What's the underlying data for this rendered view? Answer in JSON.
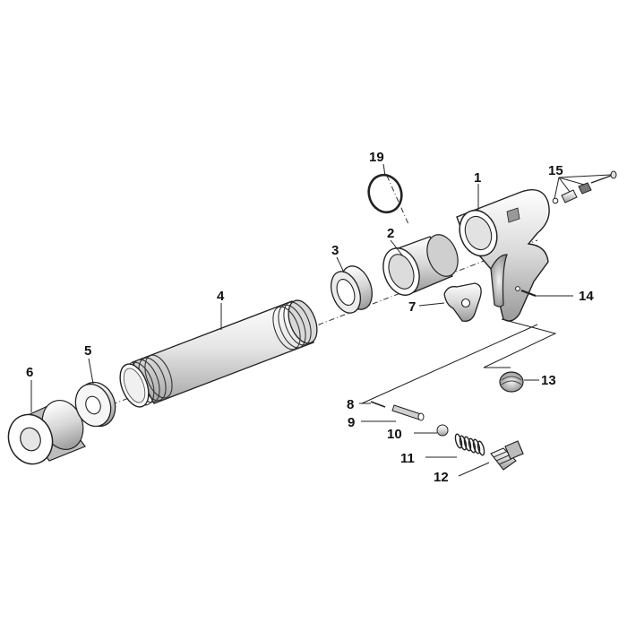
{
  "callouts": [
    {
      "id": "1",
      "label": "1"
    },
    {
      "id": "2",
      "label": "2"
    },
    {
      "id": "3",
      "label": "3"
    },
    {
      "id": "4",
      "label": "4"
    },
    {
      "id": "5",
      "label": "5"
    },
    {
      "id": "6",
      "label": "6"
    },
    {
      "id": "7",
      "label": "7"
    },
    {
      "id": "8",
      "label": "8"
    },
    {
      "id": "9",
      "label": "9"
    },
    {
      "id": "10",
      "label": "10"
    },
    {
      "id": "11",
      "label": "11"
    },
    {
      "id": "12",
      "label": "12"
    },
    {
      "id": "13",
      "label": "13"
    },
    {
      "id": "14",
      "label": "14"
    },
    {
      "id": "15",
      "label": "15"
    },
    {
      "id": "19",
      "label": "19"
    }
  ]
}
